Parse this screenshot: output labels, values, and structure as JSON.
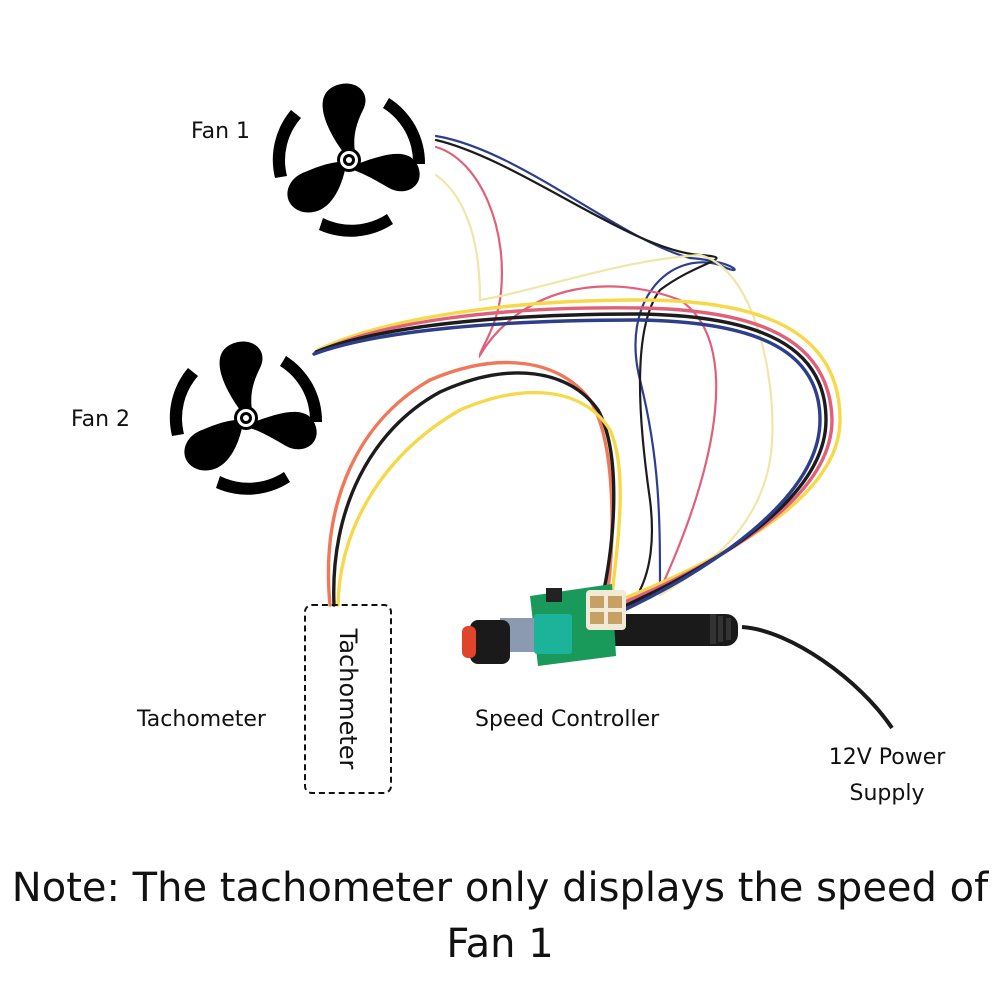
{
  "labels": {
    "fan1": "Fan 1",
    "fan2": "Fan 2",
    "tachometer": "Tachometer",
    "tachometer_box": "Tachometer",
    "speed_controller": "Speed Controller",
    "power_supply": "12V Power Supply"
  },
  "note": "Note: The tachometer only displays the speed of Fan 1",
  "colors": {
    "fan": "#000000",
    "wire_blue": "#2c3e8c",
    "wire_red": "#e0607a",
    "wire_yellow": "#f5d94a",
    "wire_pale_yellow": "#efe6a8",
    "wire_black": "#1c1c1c",
    "wire_orange": "#f0785a",
    "pcb_green": "#1a9a5a",
    "potentiometer": "#1bb39a",
    "connector": "#f1ead6",
    "jack_black": "#1a1a1a",
    "knob_red": "#e0452c"
  }
}
